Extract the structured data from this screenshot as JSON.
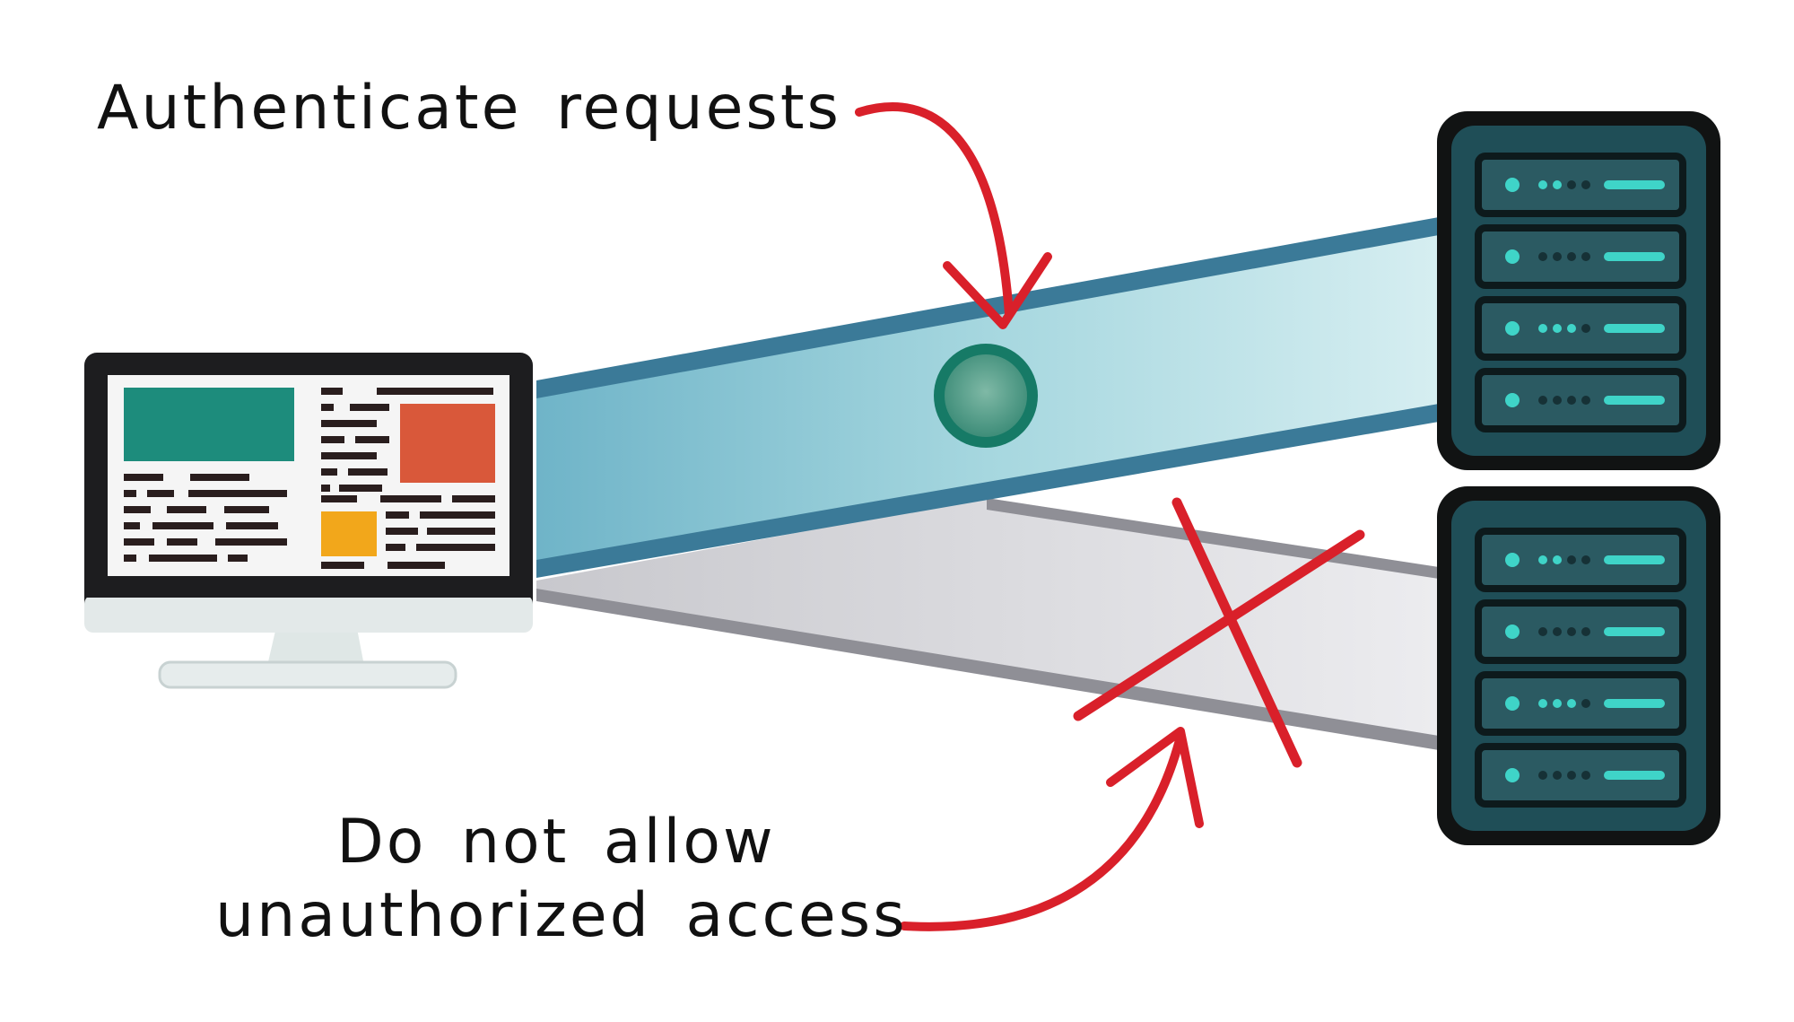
{
  "labels": {
    "authenticate": "Authenticate requests",
    "deny_line1": "Do not allow",
    "deny_line2": "unauthorized access"
  },
  "colors": {
    "teal_beam": "#8fc9d6",
    "teal_edge": "#3b7a98",
    "gray_beam": "#dcdce0",
    "gray_edge": "#8f8f96",
    "annotation_red": "#d9202a",
    "token_green": "#1f8a75",
    "server_body": "#1f4e57",
    "server_led": "#3fd4c8",
    "monitor_frame": "#1d1d1f",
    "block_teal": "#1d8c7c",
    "block_orange": "#d9583a",
    "block_yellow": "#f2a71b"
  },
  "icons": {
    "client": "computer-monitor-icon",
    "server_allowed": "server-rack-icon",
    "server_denied": "server-rack-icon",
    "token": "auth-token-icon",
    "blocked": "red-x-icon"
  }
}
